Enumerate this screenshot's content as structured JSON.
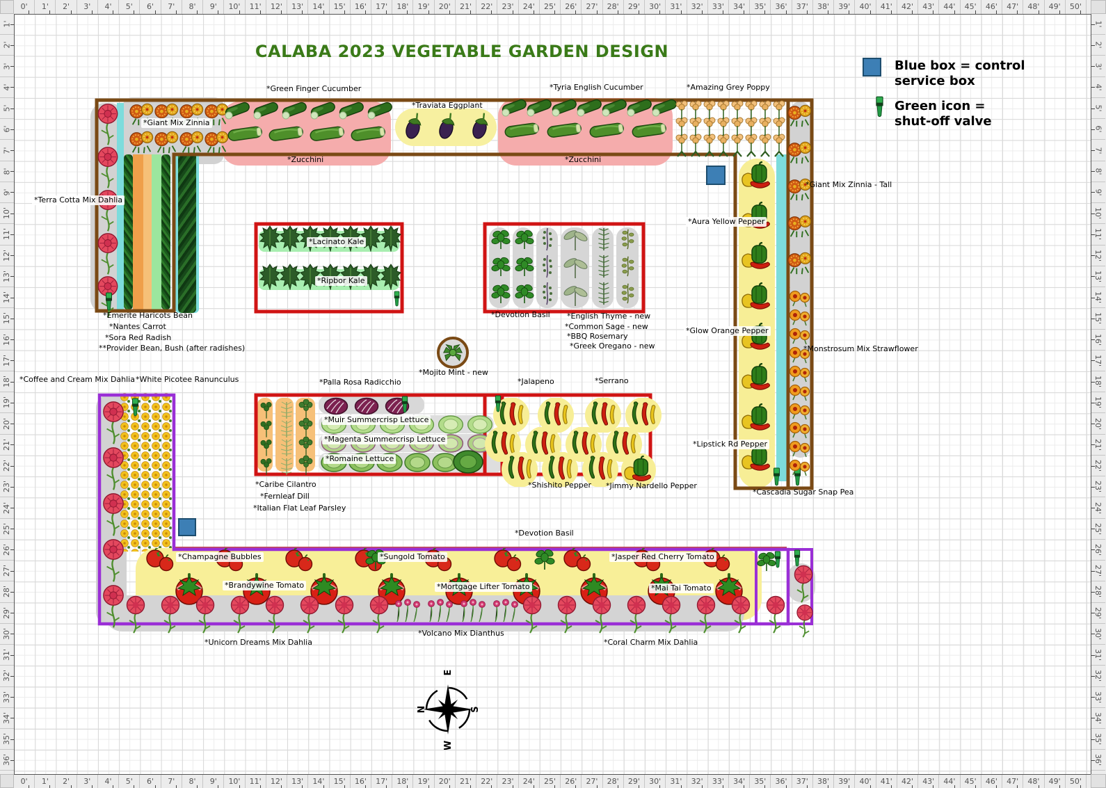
{
  "title": "CALABA 2023 VEGETABLE GARDEN DESIGN",
  "legend": {
    "control_box_icon": "blue-control-service-box",
    "control_box_line1": "Blue box = control",
    "control_box_line2": "service box",
    "valve_icon": "green-shutoff-valve",
    "valve_line1": "Green icon =",
    "valve_line2": "shut-off valve"
  },
  "compass": {
    "top": "E",
    "left": "N",
    "right": "S",
    "bottom": "W"
  },
  "colors": {
    "bed_border_brown": "#7a4a15",
    "bed_border_red": "#d01414",
    "bed_border_purple": "#9a2fd6",
    "control_box_blue": "#3d7fb5",
    "title_green": "#3a7a18",
    "water_line_cyan": "#7ddcdc"
  },
  "rulers": {
    "unit": "feet",
    "horizontal": [
      "0'",
      "1'",
      "2'",
      "3'",
      "4'",
      "5'",
      "6'",
      "7'",
      "8'",
      "9'",
      "10'",
      "11'",
      "12'",
      "13'",
      "14'",
      "15'",
      "16'",
      "17'",
      "18'",
      "19'",
      "20'",
      "21'",
      "22'",
      "23'",
      "24'",
      "25'",
      "26'",
      "27'",
      "28'",
      "29'",
      "30'",
      "31'",
      "32'",
      "33'",
      "34'",
      "35'",
      "36'",
      "37'",
      "38'",
      "39'",
      "40'",
      "41'",
      "42'",
      "43'",
      "44'",
      "45'",
      "46'",
      "47'",
      "48'",
      "49'",
      "50'"
    ],
    "vertical": [
      "1'",
      "2'",
      "3'",
      "4'",
      "5'",
      "6'",
      "7'",
      "8'",
      "9'",
      "10'",
      "11'",
      "12'",
      "13'",
      "14'",
      "15'",
      "16'",
      "17'",
      "18'",
      "19'",
      "20'",
      "21'",
      "22'",
      "23'",
      "24'",
      "25'",
      "26'",
      "27'",
      "28'",
      "29'",
      "30'",
      "31'",
      "32'",
      "33'",
      "34'",
      "35'",
      "36'"
    ]
  },
  "labels": {
    "green_finger": "*Green Finger Cucumber",
    "tyria": "*Tyria English Cucumber",
    "amazing_grey": "*Amazing Grey Poppy",
    "traviata": "*Traviata Eggplant",
    "giant_zinnia": "*Giant Mix Zinnia",
    "zucchini_left": "*Zucchini",
    "zucchini_right": "*Zucchini",
    "giant_zinnia_tall": "*Giant Mix Zinnia - Tall",
    "terra_cotta": "*Terra Cotta Mix Dahlia",
    "aura_yellow": "*Aura Yellow Pepper",
    "lacinato": "*Lacinato Kale",
    "ripbor": "*Ripbor Kale",
    "emerite": "*Emerite Haricots Bean",
    "nantes": "*Nantes Carrot",
    "sora": "*Sora Red Radish",
    "provider": "**Provider Bean, Bush (after radishes)",
    "devotion_basil_top": "*Devotion Basil",
    "english_thyme": "*English Thyme - new",
    "common_sage": "*Common Sage - new",
    "bbq_rosemary": "*BBQ Rosemary",
    "greek_oregano": "*Greek Oregano - new",
    "glow_orange": "*Glow Orange Pepper",
    "monstrosum": "*Monstrosum Mix Strawflower",
    "mojito": "*Mojito Mint - new",
    "coffee_cream": "*Coffee and Cream Mix Dahlia",
    "white_picotee": "*White Picotee Ranunculus",
    "palla_rosa": "*Palla Rosa Radicchio",
    "jalapeno": "*Jalapeno",
    "serrano": "*Serrano",
    "muir": "*Muir Summercrisp Lettuce",
    "magenta": "*Magenta Summercrisp Lettuce",
    "romaine": "*Romaine Lettuce",
    "lipstick": "*Lipstick Rd Pepper",
    "caribe": "*Caribe Cilantro",
    "fernleaf": "*Fernleaf Dill",
    "italian_parsley": "*Italian Flat Leaf Parsley",
    "shishito": "*Shishito Pepper",
    "jimmy": "*Jimmy Nardello Pepper",
    "cascadia": "*Cascadia Sugar Snap Pea",
    "devotion_basil_bottom": "*Devotion Basil",
    "champagne": "*Champagne Bubbles",
    "sungold": "*Sungold Tomato",
    "jasper": "*Jasper Red Cherry Tomato",
    "brandywine": "*Brandywine Tomato",
    "mortgage": "*Mortgage Lifter Tomato",
    "mai_tai": "*Mai Tai Tomato",
    "volcano": "*Volcano Mix Dianthus",
    "unicorn": "*Unicorn Dreams Mix Dahlia",
    "coral_charm": "*Coral Charm Mix Dahlia"
  }
}
